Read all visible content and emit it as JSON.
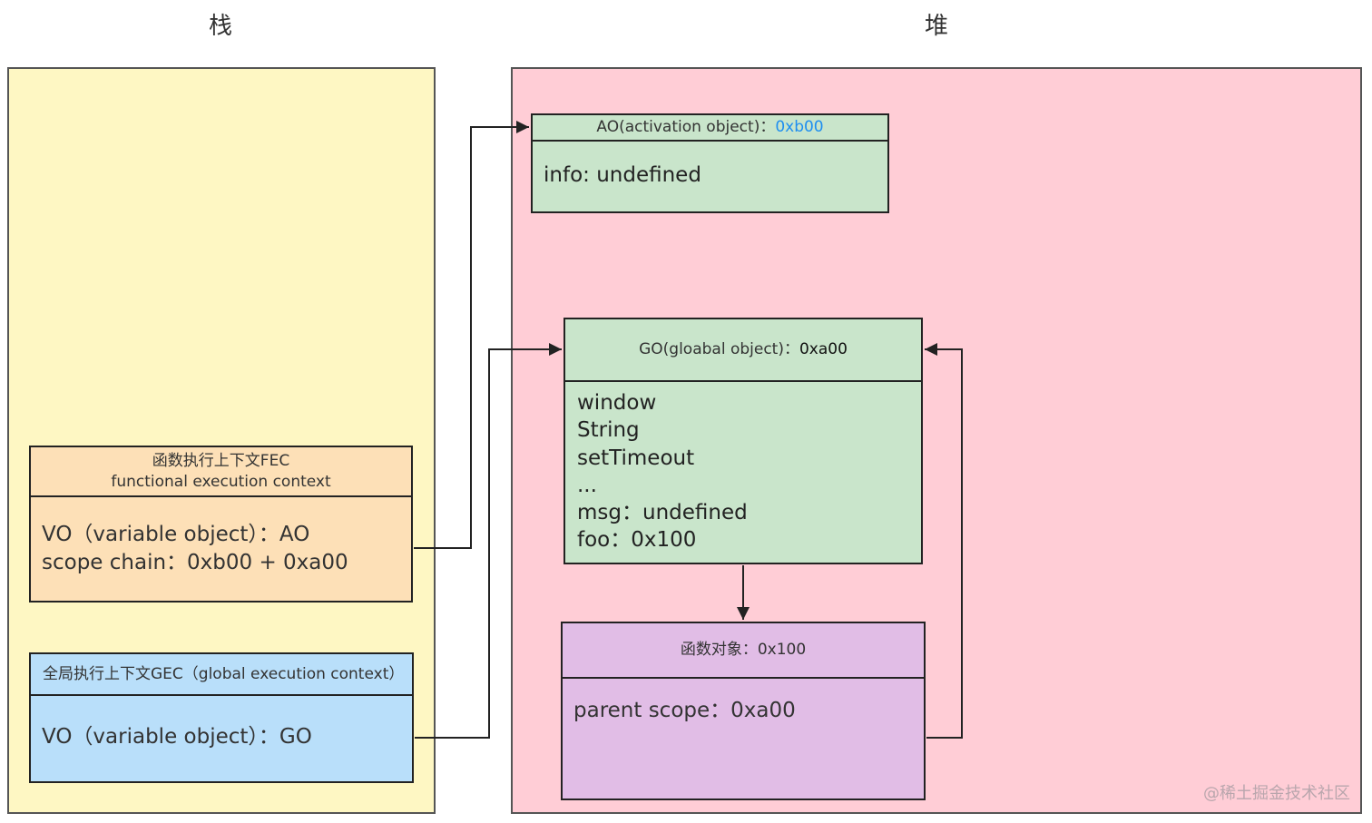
{
  "titles": {
    "stack": "栈",
    "heap": "堆"
  },
  "fec": {
    "title_cn": "函数执行上下文FEC",
    "title_en": "functional execution context",
    "vo": "VO（variable object）：AO",
    "scope": "scope chain：0xb00 + 0xa00"
  },
  "gec": {
    "title": "全局执行上下文GEC（global execution context）",
    "vo": "VO（variable object）：GO"
  },
  "ao": {
    "title": "AO(activation object)：",
    "addr": "0xb00",
    "info": "info: undefined"
  },
  "go": {
    "title": "GO(gloabal object)：",
    "addr": "0xa00",
    "items": [
      "window",
      "String",
      "setTimeout",
      "...",
      "msg：undefined",
      "foo：0x100"
    ]
  },
  "func": {
    "title": "函数对象：0x100",
    "scope": "parent scope：0xa00"
  },
  "watermark": "@稀土掘金技术社区",
  "colors": {
    "stack_bg": "#fef7c3",
    "heap_bg": "#ffcdd6",
    "fec_bg": "#fde0b7",
    "gec_bg": "#b9dffa",
    "green_bg": "#c9e5cb",
    "purple_bg": "#e1bde6",
    "addr_blue": "#1e8ef0"
  }
}
